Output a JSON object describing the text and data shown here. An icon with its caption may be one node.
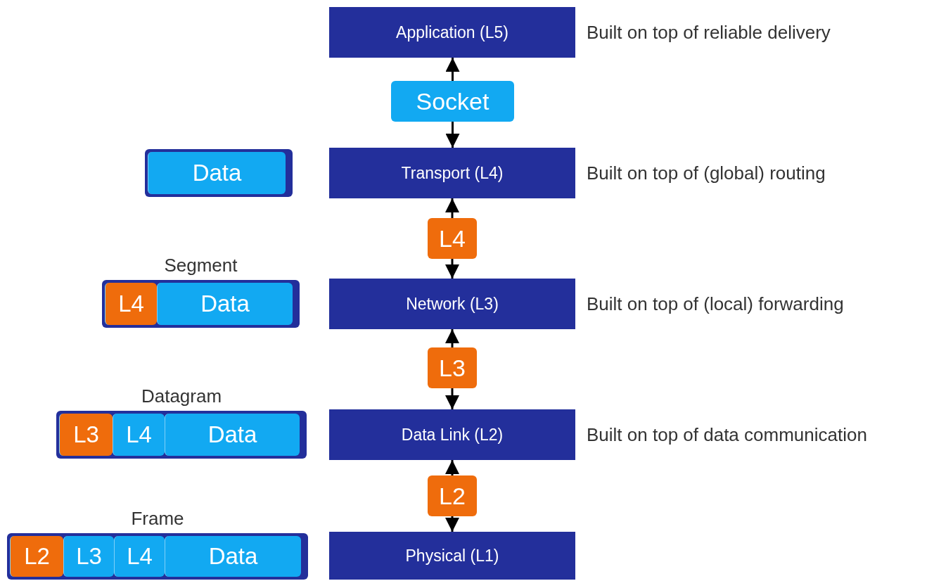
{
  "diagram": {
    "nodes": [
      {
        "text": [
          "Application (L5)"
        ],
        "beside": [
          "Built on top of reliable delivery"
        ]
      },
      {
        "text": [
          "Socket"
        ]
      },
      {
        "text": [
          "Transport (L4)"
        ],
        "beside": [
          "Built on top of (global) routing"
        ]
      },
      {
        "text": [],
        "shape": "box"
      },
      {
        "text": [
          "Data"
        ],
        "in": 3
      },
      {
        "text": [
          "L4"
        ]
      },
      {
        "text": [
          "Network (L3)"
        ],
        "beside": [
          "Built on top of (local) forwarding"
        ]
      },
      {
        "text": [
          "Segment"
        ]
      },
      {
        "text": [
          "L4"
        ],
        "in": 7
      },
      {
        "text": [
          "Data"
        ],
        "in": 7
      },
      {
        "text": [
          "L3"
        ]
      },
      {
        "text": [
          "Data Link (L2)"
        ],
        "beside": [
          "Built on top of data communication"
        ]
      },
      {
        "text": [
          "Datagram"
        ]
      },
      {
        "text": [
          "L3"
        ],
        "in": 12
      },
      {
        "text": [
          "L4"
        ],
        "in": 12
      },
      {
        "text": [
          "Data"
        ],
        "in": 12
      },
      {
        "text": [
          "L2"
        ]
      },
      {
        "text": [
          "Physical (L1)"
        ]
      },
      {
        "text": [
          "Frame"
        ]
      },
      {
        "text": [
          "L2"
        ],
        "in": 18
      },
      {
        "text": [
          "L3"
        ],
        "in": 18
      },
      {
        "text": [
          "L4"
        ],
        "in": 18
      },
      {
        "text": [
          "Data"
        ],
        "in": 18
      }
    ],
    "edges": [
      {
        "from": 1,
        "to": 0,
        "arrow": "to"
      },
      {
        "from": 1,
        "to": 2,
        "arrow": "to"
      },
      {
        "from": 5,
        "to": 2,
        "arrow": "to"
      },
      {
        "from": 5,
        "to": 6,
        "arrow": "to"
      },
      {
        "from": 10,
        "to": 6,
        "arrow": "to"
      },
      {
        "from": 10,
        "to": 11,
        "arrow": "to"
      },
      {
        "from": 16,
        "to": 11,
        "arrow": "to"
      },
      {
        "from": 16,
        "to": 17,
        "arrow": "to"
      }
    ]
  }
}
